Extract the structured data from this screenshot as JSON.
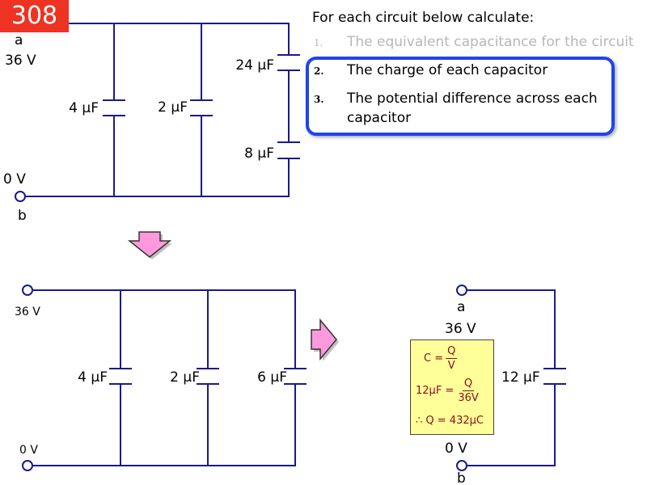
{
  "slide_number": "308",
  "instructions": {
    "intro": "For each circuit below calculate:",
    "tasks": [
      {
        "number": "1.",
        "text": "The equivalent capacitance for the circuit",
        "faded": true
      },
      {
        "number": "2.",
        "text": "The charge of each capacitor",
        "faded": false
      },
      {
        "number": "3.",
        "text": "The potential difference across each capacitor",
        "faded": false
      }
    ]
  },
  "circuit_1": {
    "terminal_a": "a",
    "terminal_a_voltage": "36 V",
    "terminal_b": "b",
    "terminal_b_voltage": "0 V",
    "capacitors": [
      "4 μF",
      "2 μF",
      "24 μF",
      "8 μF"
    ]
  },
  "circuit_2": {
    "terminal_a_voltage": "36 V",
    "terminal_b_voltage": "0 V",
    "capacitors": [
      "4 μF",
      "2 μF",
      "6 μF"
    ]
  },
  "circuit_3": {
    "terminal_a": "a",
    "terminal_a_voltage": "36 V",
    "terminal_b": "b",
    "terminal_b_voltage": "0 V",
    "capacitor": "12 μF"
  },
  "calculation": {
    "line1_lhs": "C =",
    "line1_num": "Q",
    "line1_den": "V",
    "line2_lhs": "12μF =",
    "line2_num": "Q",
    "line2_den": "36V",
    "result": "∴ Q = 432μC"
  },
  "colors": {
    "wire": "#1a1a8c",
    "badge": "#ee3322",
    "arrow_fill": "#ff99dd",
    "highlight_border": "#1e44ee",
    "calc_background": "#ffff99",
    "calc_text": "#8a1020"
  }
}
